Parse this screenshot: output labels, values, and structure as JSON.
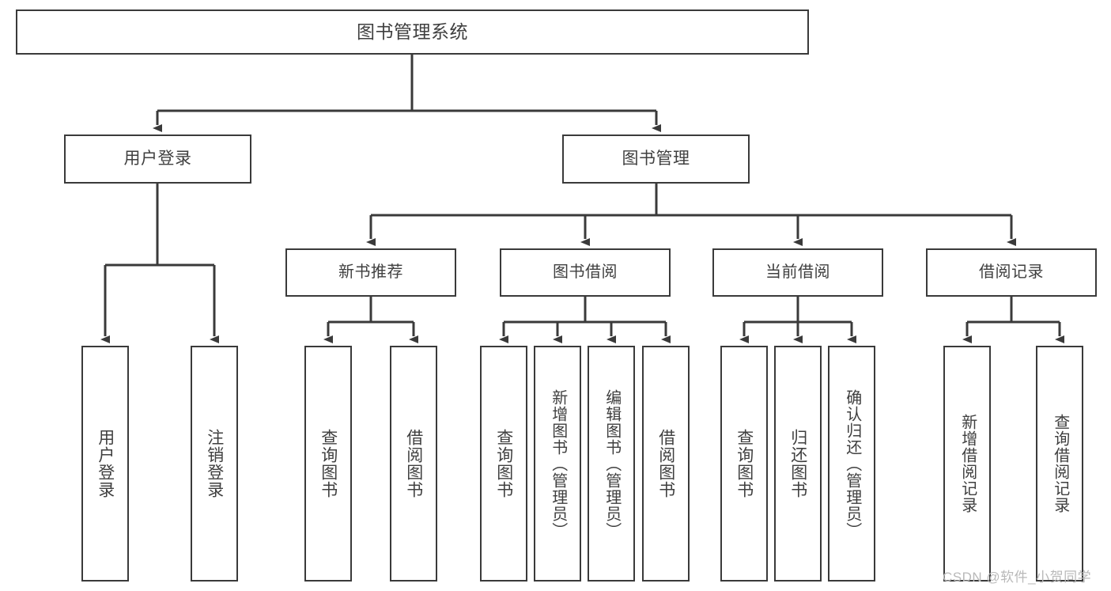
{
  "diagram": {
    "title": "图书管理系统",
    "type": "hierarchy-tree",
    "colors": {
      "box_border": "#3a3a3a",
      "box_fill": "#ffffff",
      "text": "#3f3f3f",
      "connector": "#3a3a3a",
      "watermark": "#b9b9b9",
      "background": "#ffffff"
    },
    "root": {
      "label": "图书管理系统"
    },
    "level1": [
      {
        "label": "用户登录"
      },
      {
        "label": "图书管理"
      }
    ],
    "level2": [
      {
        "label": "新书推荐"
      },
      {
        "label": "图书借阅"
      },
      {
        "label": "当前借阅"
      },
      {
        "label": "借阅记录"
      }
    ],
    "leaves": {
      "user_login": [
        {
          "label": "用户登录"
        },
        {
          "label": "注销登录"
        }
      ],
      "new_book_recommend": [
        {
          "label": "查询图书"
        },
        {
          "label": "借阅图书"
        }
      ],
      "book_borrow": [
        {
          "label": "查询图书"
        },
        {
          "label": "新增图书（管理员）"
        },
        {
          "label": "编辑图书（管理员）"
        },
        {
          "label": "借阅图书"
        }
      ],
      "current_borrow": [
        {
          "label": "查询图书"
        },
        {
          "label": "归还图书"
        },
        {
          "label": "确认归还（管理员）"
        }
      ],
      "borrow_record": [
        {
          "label": "新增借阅记录"
        },
        {
          "label": "查询借阅记录"
        }
      ]
    }
  },
  "watermark": {
    "text": "CSDN @软件_小贺同学"
  }
}
